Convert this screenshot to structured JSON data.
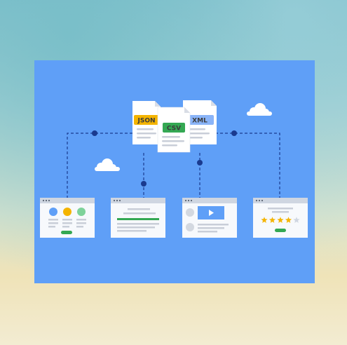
{
  "file_labels": {
    "json": "JSON",
    "csv": "CSV",
    "xml": "XML"
  },
  "card_4": {
    "star_rating": 4,
    "star_max": 5
  },
  "colors": {
    "panel": "#5f9ff7",
    "json_tag": "#f4b400",
    "csv_tag": "#34a853",
    "xml_tag": "#8ab4f8",
    "connector": "#1a3a8f",
    "card_header": "#cfd6e1",
    "card_body": "#f7f9fc",
    "star_on": "#f4b400",
    "star_off": "#cfd6e1"
  }
}
